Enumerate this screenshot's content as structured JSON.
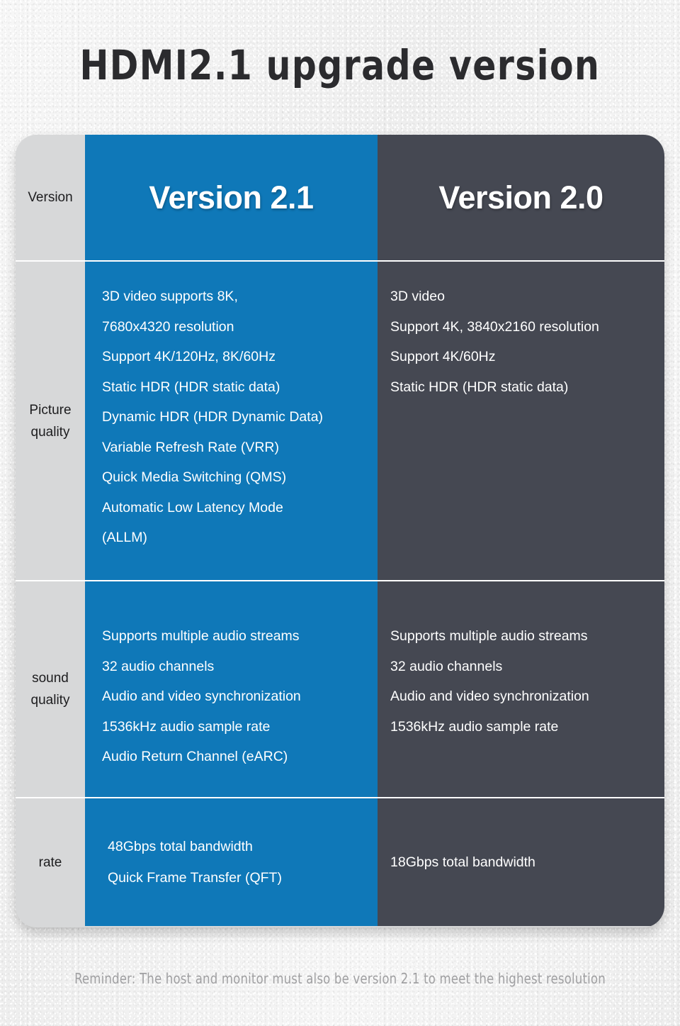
{
  "page": {
    "title": "HDMI2.1 upgrade version",
    "background_color": "#f4f4f4"
  },
  "colors": {
    "accent_blue": "#0f78b8",
    "dark_gray": "#454852",
    "label_gray": "#d7d8d9",
    "divider_white": "#ffffff",
    "title_text": "#2b2b2e",
    "footer_text": "#a0a0a2"
  },
  "table": {
    "header": {
      "row_label": "Version",
      "column_v21": "Version 2.1",
      "column_v20": "Version 2.0"
    },
    "rows": [
      {
        "label": "Picture quality",
        "v21": [
          "3D video supports 8K,",
          "7680x4320 resolution",
          "Support 4K/120Hz, 8K/60Hz",
          "Static HDR (HDR static data)",
          "Dynamic HDR (HDR Dynamic Data)",
          "Variable Refresh Rate (VRR)",
          "Quick Media Switching (QMS)",
          "Automatic Low Latency Mode",
          "(ALLM)"
        ],
        "v20": [
          "3D video",
          "Support 4K, 3840x2160 resolution",
          "Support 4K/60Hz",
          "Static HDR (HDR static data)"
        ]
      },
      {
        "label": "sound quality",
        "v21": [
          "Supports multiple audio streams",
          "32 audio channels",
          "Audio and video synchronization",
          "1536kHz audio sample rate",
          "Audio Return Channel (eARC)"
        ],
        "v20": [
          "Supports multiple audio streams",
          "32 audio channels",
          "Audio and video synchronization",
          "1536kHz audio sample rate"
        ]
      },
      {
        "label": "rate",
        "v21": [
          "48Gbps total bandwidth",
          "Quick Frame Transfer (QFT)"
        ],
        "v20": [
          "18Gbps total bandwidth"
        ]
      }
    ]
  },
  "footer": {
    "reminder": "Reminder: The host and monitor must also be version 2.1 to meet the highest resolution"
  }
}
